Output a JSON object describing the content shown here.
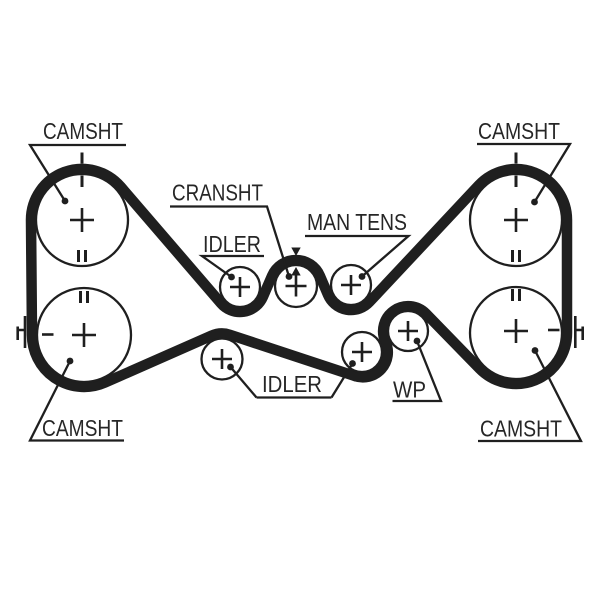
{
  "diagram": {
    "background_color": "#ffffff",
    "line_color": "#1f1f1f",
    "text_color": "#262626"
  },
  "labels": {
    "camsht_top_left": "CAMSHT",
    "camsht_top_right": "CAMSHT",
    "camsht_bottom_left": "CAMSHT",
    "camsht_bottom_right": "CAMSHT",
    "cransht": "CRANSHT",
    "idler_top": "IDLER",
    "idler_bottom": "IDLER",
    "man_tens": "MAN TENS",
    "wp": "WP"
  },
  "marks": {
    "plus_mark": "+",
    "minus_mark": "-",
    "double_bar_timing_mark": "II",
    "dashed_line_timing_mark": "I",
    "belt_alignment_arrow_down": "▼",
    "belt_alignment_arrow_up": "▲"
  }
}
